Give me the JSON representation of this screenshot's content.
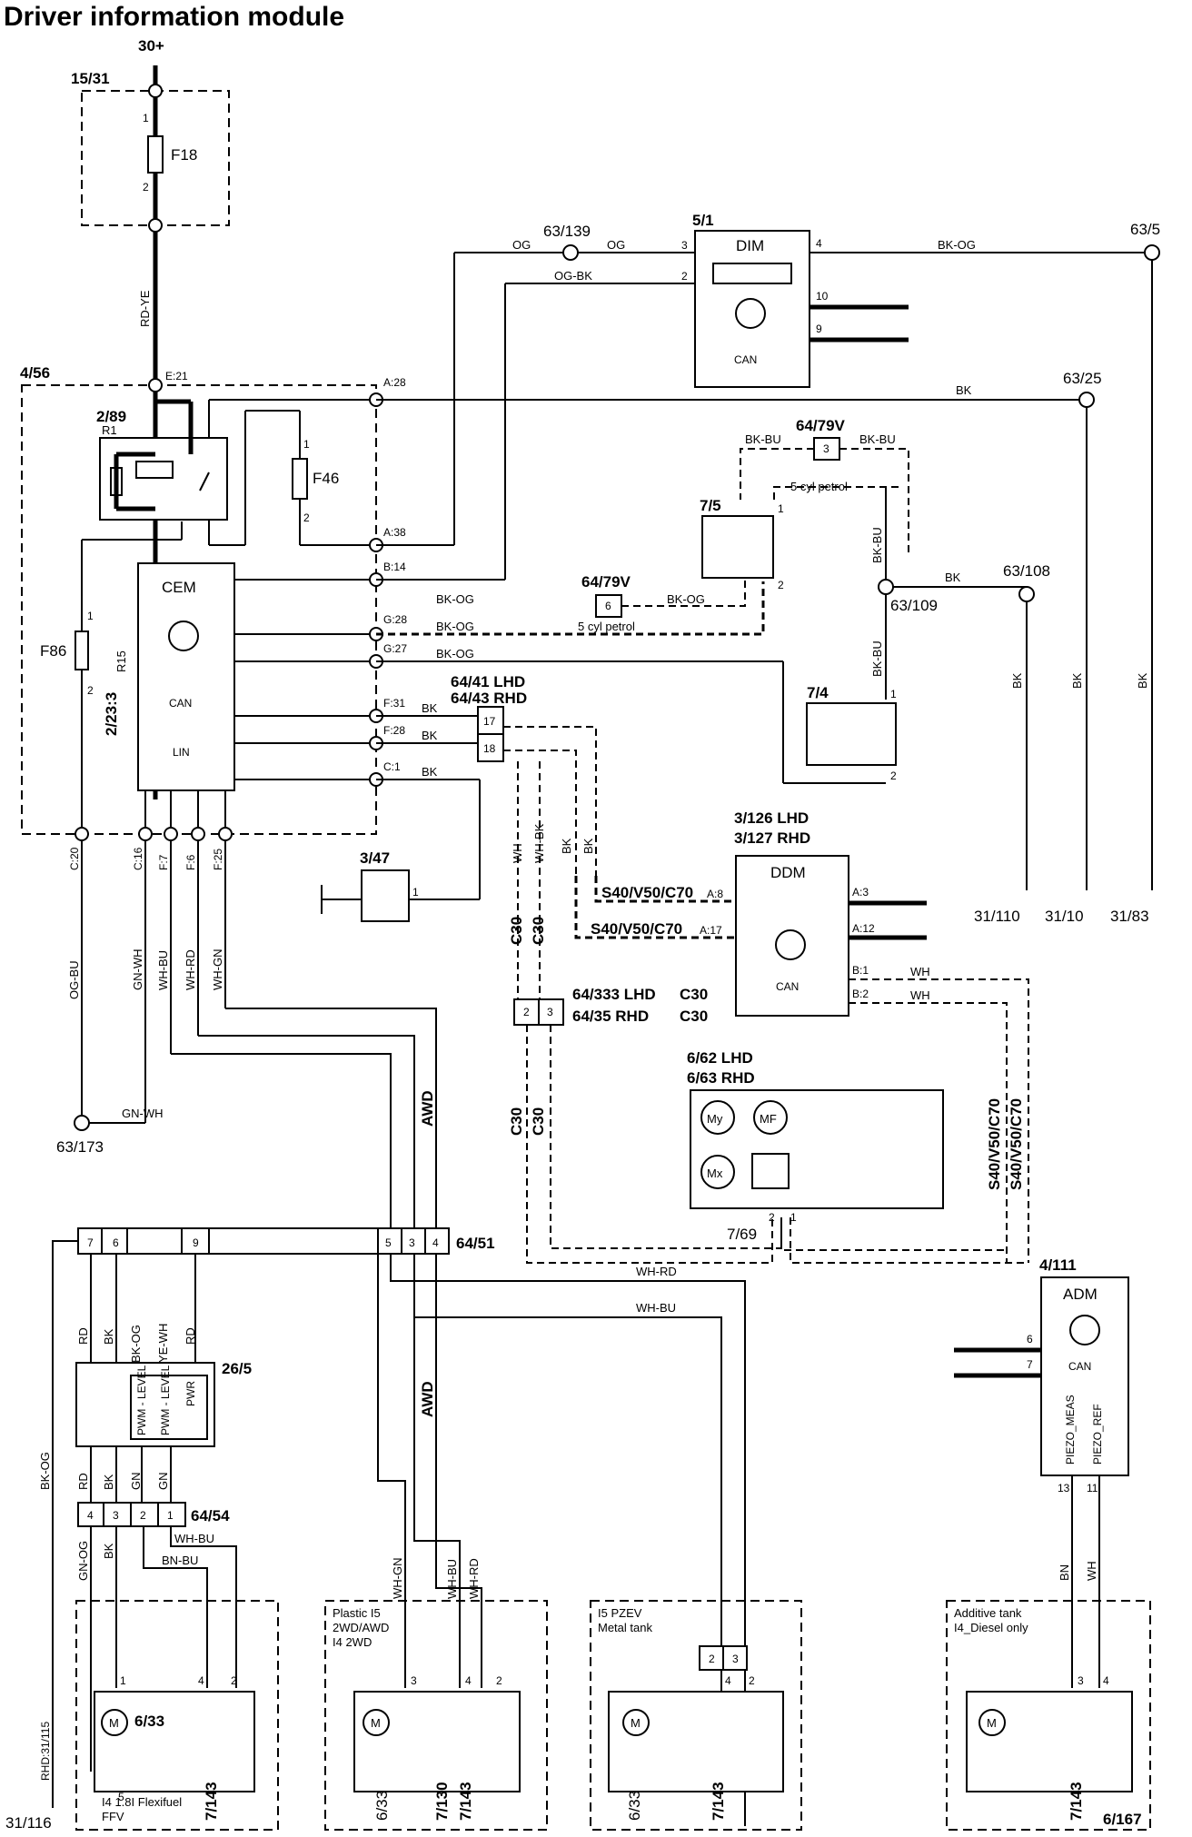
{
  "title": "Driver information module",
  "supply": "30+",
  "modules": {
    "fusebox_top": "15/31",
    "fuse_f18": "F18",
    "cem_module": "4/56",
    "relay": "2/89",
    "relay_r1": "R1",
    "fuse_f46": "F46",
    "fuse_f86": "F86",
    "resistor": "2/23:3",
    "resistor_r": "R15",
    "cem": "CEM",
    "dim_id": "5/1",
    "dim": "DIM",
    "ddm_lhd": "3/126 LHD",
    "ddm_rhd": "3/127 RHD",
    "ddm": "DDM",
    "adm_id": "4/111",
    "adm": "ADM",
    "seat_lhd": "6/62 LHD",
    "seat_rhd": "6/63  RHD",
    "seat_sub": "7/69",
    "pump_module": "26/5",
    "switch_347": "3/47",
    "sensor_75": "7/5",
    "sensor_74": "7/4",
    "conn_6441": "64/41 LHD",
    "conn_6443": "64/43 RHD",
    "conn_64333": "64/333 LHD",
    "conn_6435": "64/35 RHD",
    "conn_6451": "64/51",
    "conn_6454": "64/54",
    "conn_6479v_a": "64/79V",
    "conn_6479v_b": "64/79V"
  },
  "module_labels": {
    "can": "CAN",
    "lin": "LIN",
    "cem_can": "CAN",
    "cem_lin": "LIN",
    "adm_can": "CAN",
    "ddm_can": "CAN",
    "fuse_pin1": "1",
    "fuse_pin2": "2",
    "f46_pin1": "1",
    "f46_pin2": "2",
    "f86_pin1": "1",
    "f86_pin2": "2",
    "five_cyl_a": "5 cyl  petrol",
    "five_cyl_b": "5 cyl  petrol",
    "c30_a": "C30",
    "c30_b": "C30",
    "c30_c": "C30",
    "c30_d": "C30",
    "c30_e": "C30",
    "c30_f": "C30",
    "s40_a": "S40/V50/C70",
    "s40_b": "S40/V50/C70",
    "s40_c": "S40/V50/C70",
    "s40_d": "S40/V50/C70",
    "awd_a": "AWD",
    "awd_b": "AWD",
    "pwm_level": "PWM - LEVEL",
    "pwm_level2": "PWM - LEVEL",
    "pwr": "PWR",
    "piezo_meas": "PIEZO_MEAS",
    "piezo_ref": "PIEZO_REF",
    "my": "My",
    "mf": "MF",
    "mx": "Mx",
    "m": "M",
    "rhd_3115": "RHD:31/115"
  },
  "splices": {
    "s63_139": "63/139",
    "s63_5": "63/5",
    "s63_25": "63/25",
    "s63_108": "63/108",
    "s63_109": "63/109",
    "s63_173": "63/173"
  },
  "grounds": {
    "g31_110": "31/110",
    "g31_10": "31/10",
    "g31_83": "31/83",
    "g31_116": "31/116"
  },
  "pins": {
    "e21": "E:21",
    "a28": "A:28",
    "a38": "A:38",
    "b14": "B:14",
    "g28": "G:28",
    "g27": "G:27",
    "f31": "F:31",
    "f28": "F:28",
    "c1": "C:1",
    "c20": "C:20",
    "c16": "C:16",
    "f7": "F:7",
    "f6": "F:6",
    "f25": "F:25",
    "dim3": "3",
    "dim2": "2",
    "dim4": "4",
    "dim10": "10",
    "dim9": "9",
    "ddm_a8": "A:8",
    "ddm_a17": "A:17",
    "ddm_a3": "A:3",
    "ddm_a12": "A:12",
    "ddm_b1": "B:1",
    "ddm_b2": "B:2",
    "c17": "17",
    "c18": "18",
    "c6479_3": "3",
    "c6479_6": "6",
    "s75_1": "1",
    "s75_2": "2",
    "s74_1": "1",
    "s74_2": "2",
    "sw347_1": "1",
    "adm6": "6",
    "adm7": "7",
    "adm13": "13",
    "adm11": "11",
    "c333_2": "2",
    "c333_3": "3",
    "seat_2": "2",
    "seat_1": "1",
    "p6451_7": "7",
    "p6451_6": "6",
    "p6451_9": "9",
    "p6451_5": "5",
    "p6451_3": "3",
    "p6451_4": "4",
    "p6454_4": "4",
    "p6454_3": "3",
    "p6454_2": "2",
    "p6454_1": "1",
    "c23_2": "2",
    "c23_3": "3"
  },
  "wires": {
    "rd_ye": "RD-YE",
    "og_a": "OG",
    "og_b": "OG",
    "og_bk": "OG-BK",
    "bk_og_dim": "BK-OG",
    "bk_6325": "BK",
    "bk_bu_a": "BK-BU",
    "bk_bu_b": "BK-BU",
    "bk_bu_c": "BK-BU",
    "bk_bu_d": "BK-BU",
    "bk_og_g28a": "BK-OG",
    "bk_og_g28b": "BK-OG",
    "bk_og_g27": "BK-OG",
    "bk_og_g28c": "BK-OG",
    "bk_f31": "BK",
    "bk_f28": "BK",
    "bk_c1": "BK",
    "bk_108": "BK",
    "bk_v1": "BK",
    "bk_v2": "BK",
    "bk_v3": "BK",
    "wh_a": "WH",
    "wh_bk": "WH-BK",
    "bk_x1": "BK",
    "bk_x2": "BK",
    "wh_b1": "WH",
    "wh_b2": "WH",
    "og_bu": "OG-BU",
    "gn_wh": "GN-WH",
    "wh_bu": "WH-BU",
    "wh_rd": "WH-RD",
    "wh_gn": "WH-GN",
    "gn_wh_h": "GN-WH",
    "rd_a": "RD",
    "bk_a": "BK",
    "bk_og_v": "BK-OG",
    "ye_wh": "YE-WH",
    "rd_b": "RD",
    "wh_rd_h": "WH-RD",
    "wh_bu_h": "WH-BU",
    "bk_og_left": "BK-OG",
    "rd_c": "RD",
    "bk_c": "BK",
    "gn_a": "GN",
    "gn_b": "GN",
    "gn_og": "GN-OG",
    "bk_d": "BK",
    "bn_bu": "BN-BU",
    "wh_bu_l": "WH-BU",
    "wh_gn_l": "WH-GN",
    "wh_bu_l2": "WH-BU",
    "wh_rd_l": "WH-RD",
    "bn": "BN",
    "wh_adm": "WH"
  },
  "variants": {
    "v1_title": "I4 1.8I Flexifuel",
    "v1_sub": "FFV",
    "v2_a": "Plastic I5",
    "v2_b": "2WD/AWD",
    "v2_c": "I4 2WD",
    "v3_a": "I5 PZEV",
    "v3_b": "Metal tank",
    "v4_a": "Additive tank",
    "v4_b": "I4_Diesel only",
    "v4_id": "6/167"
  },
  "tank_units": {
    "u1_m": "6/33",
    "u1_s": "7/143",
    "u2_m": "6/33",
    "u2_s1": "7/130",
    "u2_s2": "7/143",
    "u3_m": "6/33",
    "u3_s": "7/143",
    "u4_s": "7/143",
    "p1_1": "1",
    "p1_4": "4",
    "p1_2": "2",
    "p1_5": "5",
    "p2_3": "3",
    "p2_4": "4",
    "p2_2": "2",
    "p3_4": "4",
    "p3_2": "2",
    "p4_3": "3",
    "p4_4": "4"
  }
}
